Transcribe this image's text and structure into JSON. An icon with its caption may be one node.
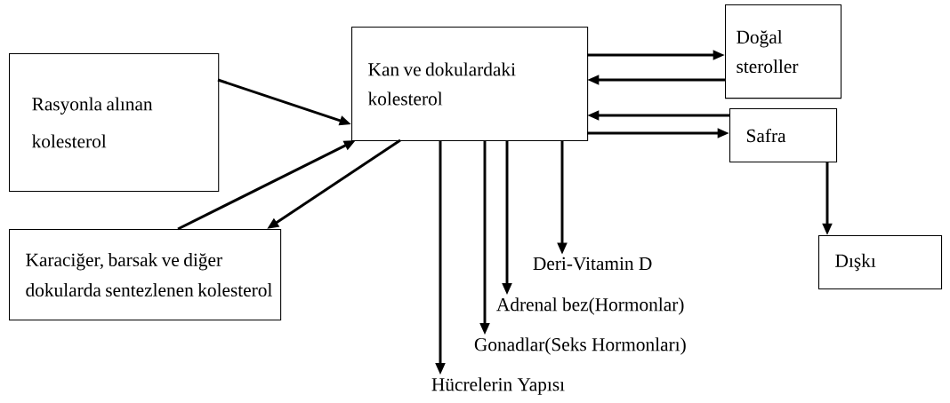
{
  "diagram": {
    "nodes": [
      {
        "text": [
          "Rasyonla alınan kolesterol"
        ]
      },
      {
        "text": [
          "Kan ve dokulardaki kolesterol"
        ]
      },
      {
        "text": [
          "Doğal steroller"
        ]
      },
      {
        "text": [
          "Safra"
        ]
      },
      {
        "text": [
          "Karaciğer, barsak ve diğer dokularda sentezlenen kolesterol"
        ]
      },
      {
        "text": [
          "Dışkı"
        ]
      },
      {
        "text": [
          "Deri-Vitamin D"
        ]
      },
      {
        "text": [
          "Adrenal bez(Hormonlar)"
        ]
      },
      {
        "text": [
          "Gonadlar(Seks Hormonları)"
        ]
      },
      {
        "text": [
          "Hücrelerin Yapısı"
        ]
      }
    ],
    "edges": [
      {
        "from": 0,
        "to": 1,
        "arrow": "to"
      },
      {
        "from": 4,
        "to": 1,
        "arrow": "to"
      },
      {
        "from": 1,
        "to": 4,
        "arrow": "to"
      },
      {
        "from": 1,
        "to": 2,
        "arrow": "to"
      },
      {
        "from": 2,
        "to": 1,
        "arrow": "to"
      },
      {
        "from": 3,
        "to": 1,
        "arrow": "to"
      },
      {
        "from": 1,
        "to": 3,
        "arrow": "to"
      },
      {
        "from": 1,
        "to": 6,
        "arrow": "to"
      },
      {
        "from": 1,
        "to": 7,
        "arrow": "to"
      },
      {
        "from": 1,
        "to": 8,
        "arrow": "to"
      },
      {
        "from": 1,
        "to": 9,
        "arrow": "to"
      },
      {
        "from": 3,
        "to": 5,
        "arrow": "to"
      }
    ]
  }
}
